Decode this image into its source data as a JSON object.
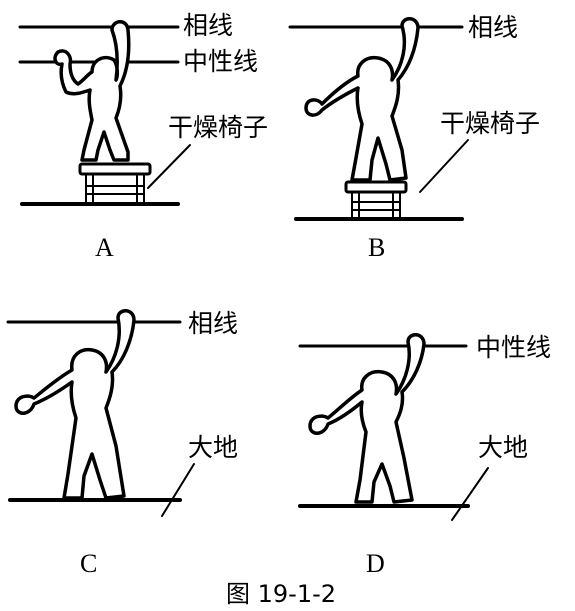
{
  "panels": [
    {
      "id": "A",
      "letter": "A",
      "labels": {
        "top_wire": "相线",
        "second_wire": "中性线",
        "stand": "干燥椅子"
      }
    },
    {
      "id": "B",
      "letter": "B",
      "labels": {
        "top_wire": "相线",
        "stand": "干燥椅子"
      }
    },
    {
      "id": "C",
      "letter": "C",
      "labels": {
        "top_wire": "相线",
        "ground": "大地"
      }
    },
    {
      "id": "D",
      "letter": "D",
      "labels": {
        "top_wire": "中性线",
        "ground": "大地"
      }
    }
  ],
  "caption": "图 19-1-2"
}
